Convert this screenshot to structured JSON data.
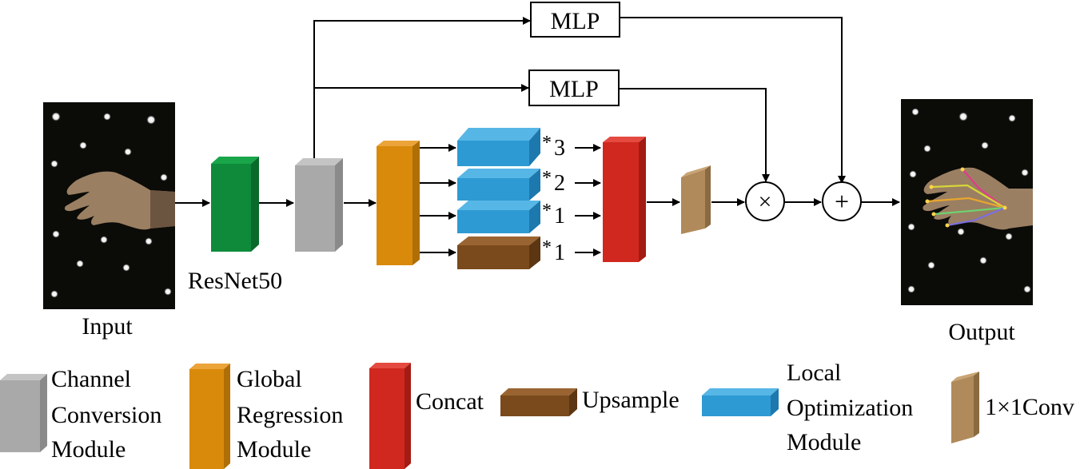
{
  "labels": {
    "mlp_top": "MLP",
    "mlp_mid": "MLP",
    "resnet": "ResNet50",
    "input": "Input",
    "output": "Output",
    "mult_3": "3",
    "mult_2": "2",
    "mult_1a": "1",
    "mult_1b": "1",
    "star": "*",
    "times": "×",
    "plus": "+"
  },
  "legend": {
    "channel": [
      "Channel",
      "Conversion",
      "Module"
    ],
    "global": [
      "Global",
      "Regression",
      "Module"
    ],
    "concat": "Concat",
    "upsample": "Upsample",
    "local": [
      "Local",
      "Optimization",
      "Module"
    ],
    "conv": "1×1Conv"
  },
  "colors": {
    "green": "#0e8a3a",
    "gray": "#a9a9a9",
    "orange": "#d98a0a",
    "blue": "#2e9ad3",
    "brown": "#7a4a1c",
    "red": "#d0281e",
    "tan": "#b08a5a"
  }
}
